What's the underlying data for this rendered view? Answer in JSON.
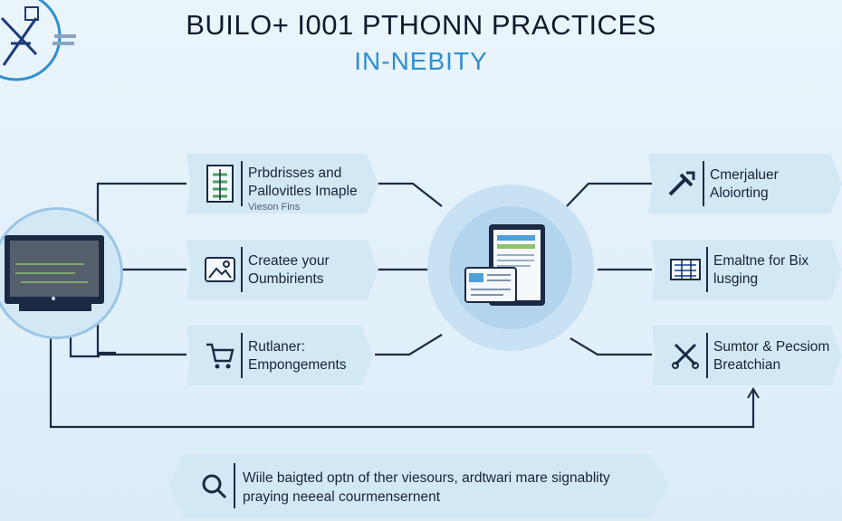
{
  "header": {
    "title": "BUILO+ I001 PTHONN PRACTICES",
    "subtitle": "IN-NEBITY"
  },
  "left_cards": [
    {
      "line1": "Prbdrisses and",
      "line2": "Pallovitles Imaple",
      "small": "Vieson Fins",
      "icon": "document-chart-icon"
    },
    {
      "line1": "Createe your",
      "line2": "Oumbirients",
      "small": "",
      "icon": "image-frame-icon"
    },
    {
      "line1": "Rutlaner:",
      "line2": "Empongements",
      "small": "",
      "icon": "cart-icon"
    }
  ],
  "right_cards": [
    {
      "line1": "Cmerjaluer",
      "line2": "Aloiorting",
      "icon": "tools-icon"
    },
    {
      "line1": "Emaltne for Bix",
      "line2": "lusging",
      "icon": "report-icon"
    },
    {
      "line1": "Sumtor & Pecsiom",
      "line2": "Breatchian",
      "icon": "scissors-icon"
    }
  ],
  "note": {
    "line1": "Wiile baigted optn of ther viesours, ardtwari mare signablity",
    "line2": "praying neeeal courmensernent",
    "icon": "search-icon"
  },
  "colors": {
    "title": "#121a2c",
    "subtitle": "#2e8fd1",
    "card": "#d3e8f5",
    "line": "#1b2a44",
    "background": "#e4f1fa"
  }
}
